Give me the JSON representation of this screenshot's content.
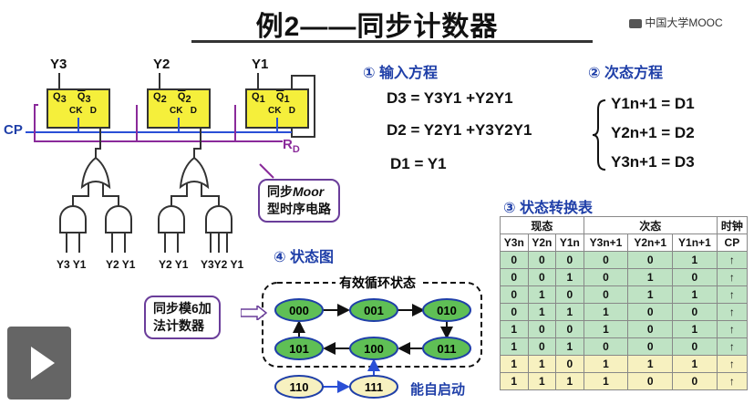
{
  "header": {
    "title": "例2——同步计数器",
    "logo": "中国大学MOOC"
  },
  "circuit": {
    "ff_labels": [
      "Y3",
      "Y2",
      "Y1"
    ],
    "ff_pins": {
      "q": "Q",
      "qbar": "Q",
      "ck": "CK",
      "d": "D"
    },
    "subs": [
      "3",
      "2",
      "1"
    ],
    "cp": "CP",
    "rd": "R",
    "rd_sub": "D",
    "gate_inputs": [
      "Y3 Y1",
      "Y2 Y1",
      "Y2 Y1",
      "Y3Y2 Y1"
    ]
  },
  "callout_moore": {
    "line1_a": "同步",
    "line1_b": "Moor",
    "line2": "型时序电路"
  },
  "input_eq": {
    "heading": "① 输入方程",
    "d3": "D3 = Y3Y1 +Y2Y1",
    "d2": "D2 = Y2Y1 +Y3Y2Y1",
    "d1": "D1 = Y1"
  },
  "next_state": {
    "heading": "② 次态方程",
    "lines": [
      "Y1n+1 = D1",
      "Y2n+1 = D2",
      "Y3n+1 = D3"
    ]
  },
  "table": {
    "heading": "③ 状态转换表",
    "groups": [
      "现态",
      "次态",
      "时钟"
    ],
    "cols": [
      "Y3n",
      "Y2n",
      "Y1n",
      "Y3n+1",
      "Y2n+1",
      "Y1n+1",
      "CP"
    ],
    "rows": [
      [
        "0",
        "0",
        "0",
        "0",
        "0",
        "1",
        "↑"
      ],
      [
        "0",
        "0",
        "1",
        "0",
        "1",
        "0",
        "↑"
      ],
      [
        "0",
        "1",
        "0",
        "0",
        "1",
        "1",
        "↑"
      ],
      [
        "0",
        "1",
        "1",
        "1",
        "0",
        "0",
        "↑"
      ],
      [
        "1",
        "0",
        "0",
        "1",
        "0",
        "1",
        "↑"
      ],
      [
        "1",
        "0",
        "1",
        "0",
        "0",
        "0",
        "↑"
      ],
      [
        "1",
        "1",
        "0",
        "1",
        "1",
        "1",
        "↑"
      ],
      [
        "1",
        "1",
        "1",
        "1",
        "0",
        "0",
        "↑"
      ]
    ]
  },
  "state_diagram": {
    "heading": "④ 状态图",
    "loop_label": "有效循环状态",
    "states": [
      "000",
      "001",
      "010",
      "101",
      "100",
      "011"
    ],
    "extra_states": [
      "110",
      "111"
    ],
    "self_start": "能自启动"
  },
  "callout_mod6": {
    "line1": "同步模6加",
    "line2": "法计数器"
  },
  "colors": {
    "accent": "#1f3fa8",
    "ff_fill": "#f5ef3b",
    "node_fill": "#5fbf55",
    "wire_blue": "#2a4fd6",
    "wire_purple": "#8a2a9a"
  }
}
